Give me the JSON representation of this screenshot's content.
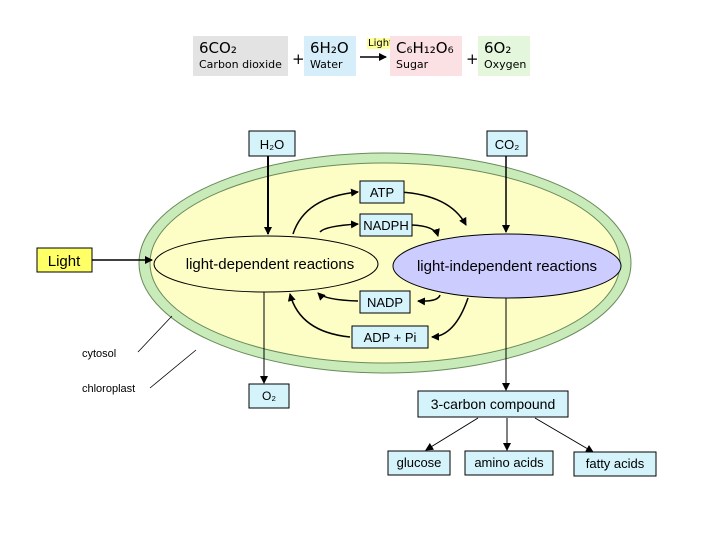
{
  "equation": {
    "reactant1": {
      "formula": "6CO₂",
      "name": "Carbon dioxide",
      "color": "#e3e3e3"
    },
    "plus1": "+",
    "reactant2": {
      "formula": "6H₂O",
      "name": "Water",
      "color": "#d6eef9"
    },
    "arrow_label": "Light",
    "product1": {
      "formula": "C₆H₁₂O₆",
      "name": "Sugar",
      "color": "#fbe1e4"
    },
    "plus2": "+",
    "product2": {
      "formula": "6O₂",
      "name": "Oxygen",
      "color": "#e4f7dc"
    }
  },
  "diagram": {
    "inputs": {
      "water": "H₂O",
      "carbon_dioxide": "CO₂",
      "light": "Light"
    },
    "carriers": {
      "atp": "ATP",
      "nadph": "NADPH",
      "nadp": "NADP",
      "adp_pi": "ADP + Pi"
    },
    "reactions": {
      "dependent": "light-dependent reactions",
      "independent": "light-independent reactions"
    },
    "outputs": {
      "oxygen": "O₂",
      "three_carbon": "3-carbon compound"
    },
    "products": {
      "glucose": "glucose",
      "amino_acids": "amino acids",
      "fatty_acids": "fatty acids"
    },
    "labels": {
      "cytosol": "cytosol",
      "chloroplast": "chloroplast"
    }
  },
  "colors": {
    "box_fill": "#d4f3fb",
    "light_fill": "#ffff66",
    "stroma": "#fdfdc6",
    "membrane": "#c9ebba",
    "dependent_fill": "#fdfdc6",
    "independent_fill": "#ccccff"
  }
}
